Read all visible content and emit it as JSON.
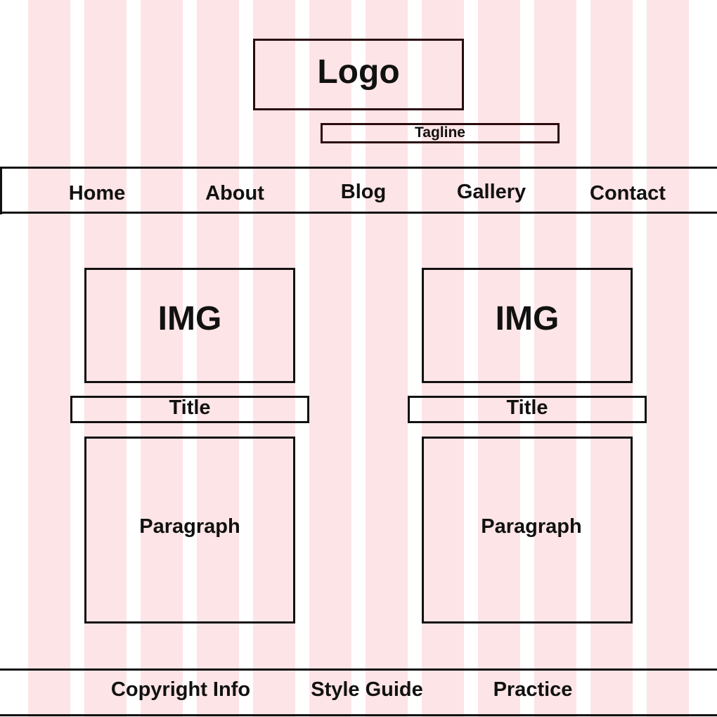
{
  "header": {
    "logo_label": "Logo",
    "tagline_label": "Tagline"
  },
  "nav": {
    "items": [
      {
        "label": "Home"
      },
      {
        "label": "About"
      },
      {
        "label": "Blog"
      },
      {
        "label": "Gallery"
      },
      {
        "label": "Contact"
      }
    ]
  },
  "main": {
    "cards": [
      {
        "image_label": "IMG",
        "title_label": "Title",
        "paragraph_label": "Paragraph"
      },
      {
        "image_label": "IMG",
        "title_label": "Title",
        "paragraph_label": "Paragraph"
      }
    ]
  },
  "footer": {
    "items": [
      {
        "label": "Copyright Info"
      },
      {
        "label": "Style Guide"
      },
      {
        "label": "Practice"
      }
    ]
  },
  "colors": {
    "grid_column": "#fde4e6",
    "outline": "#111111",
    "logo_outline": "#2a0a0c",
    "background": "#ffffff"
  }
}
